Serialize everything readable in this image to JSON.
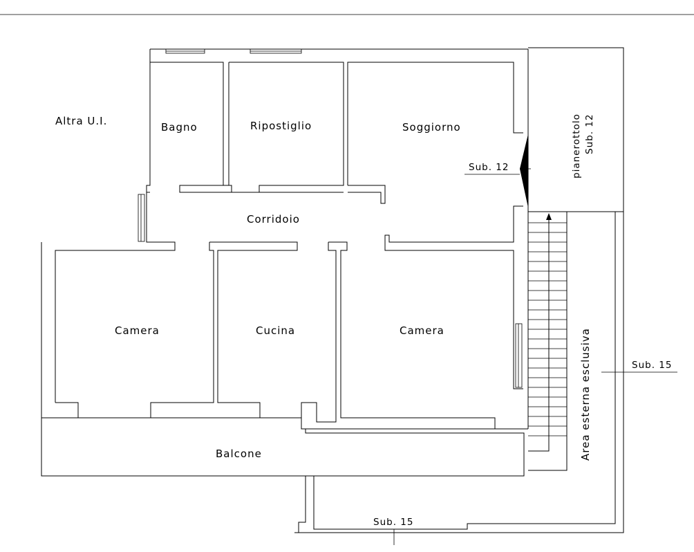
{
  "labels": {
    "altra": "Altra U.I.",
    "bagno": "Bagno",
    "ripostiglio": "Ripostiglio",
    "soggiorno": "Soggiorno",
    "sub12_door": "Sub. 12",
    "pianerottolo": "pianerottolo",
    "pianerottolo_sub": "Sub. 12",
    "corridoio": "Corridoio",
    "camera_left": "Camera",
    "cucina": "Cucina",
    "camera_right": "Camera",
    "area_esterna": "Area esterna esclusiva",
    "sub15_right": "Sub. 15",
    "balcone": "Balcone",
    "sub15_bottom": "Sub. 15"
  }
}
